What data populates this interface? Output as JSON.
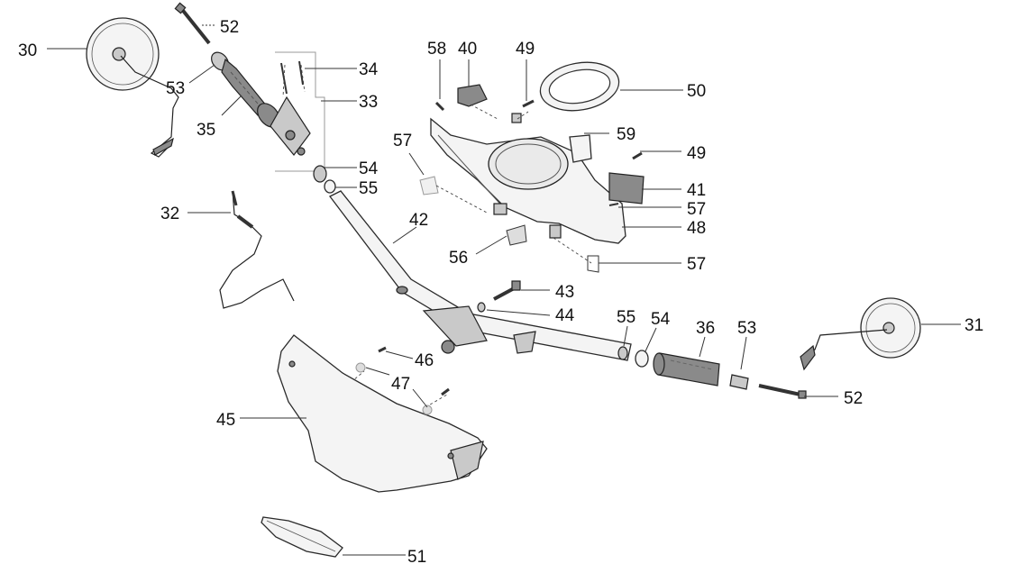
{
  "diagram": {
    "callouts": [
      "30",
      "52",
      "53",
      "35",
      "34",
      "33",
      "54",
      "55",
      "32",
      "58",
      "40",
      "49",
      "50",
      "57",
      "59",
      "49",
      "41",
      "57",
      "48",
      "56",
      "57",
      "42",
      "43",
      "44",
      "55",
      "54",
      "36",
      "53",
      "31",
      "46",
      "47",
      "45",
      "52",
      "51"
    ]
  }
}
